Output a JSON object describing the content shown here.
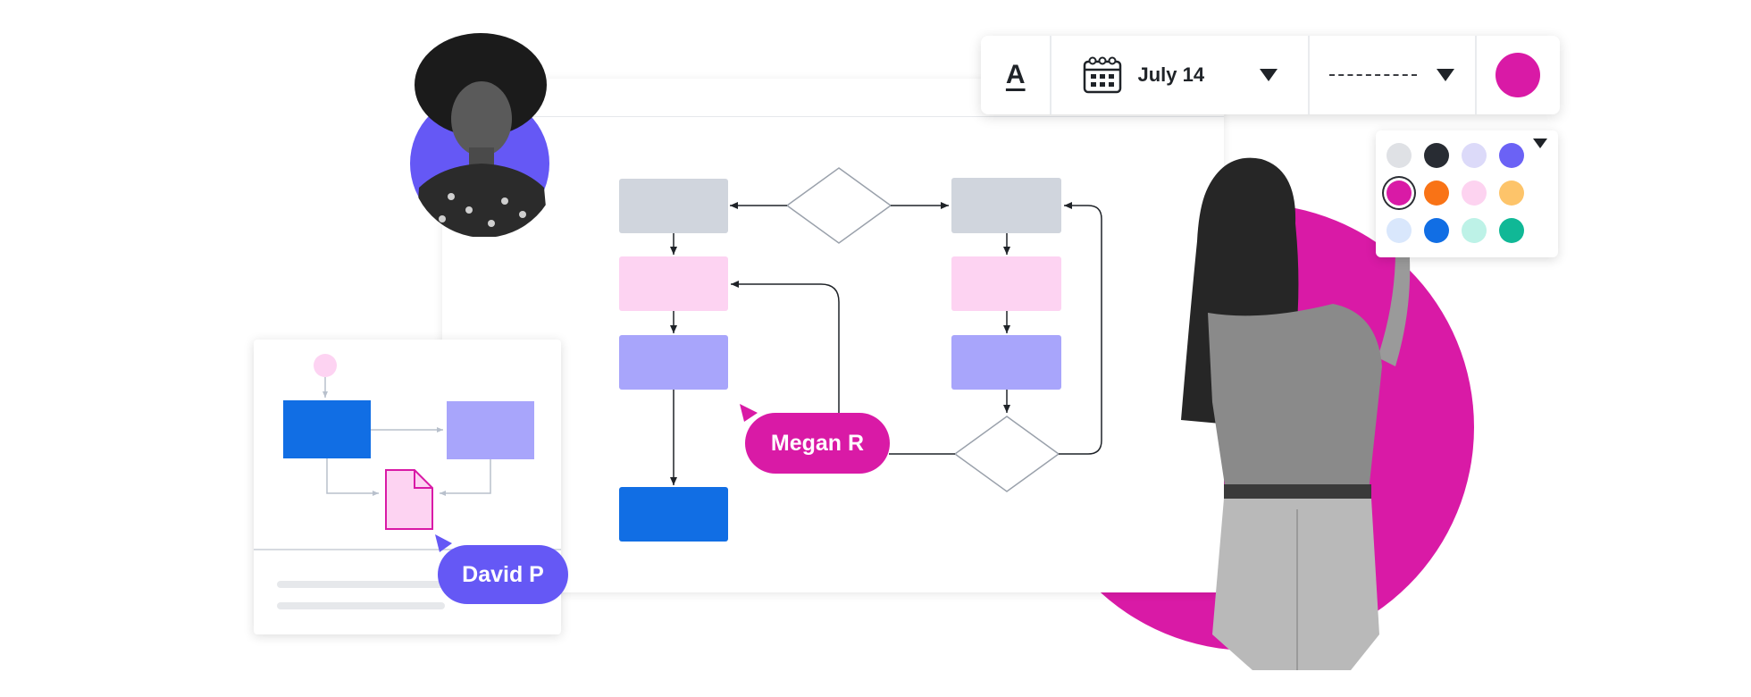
{
  "toolbar": {
    "font_icon": "A",
    "date_label": "July 14",
    "date_icon": "calendar-icon",
    "line_style": "dashed",
    "selected_color": "#d91aa6"
  },
  "palette": {
    "colors": [
      "#dfe1e5",
      "#282c33",
      "#dcdaf9",
      "#6b62f5",
      "#d91aa6",
      "#f97316",
      "#fdd3f0",
      "#fdc46a",
      "#d9e7fc",
      "#116ee4",
      "#bdf2e7",
      "#10b896"
    ],
    "selected_index": 4
  },
  "collaborators": {
    "megan_label": "Megan R",
    "david_label": "David P"
  },
  "colors": {
    "accent_pink": "#d91aa6",
    "accent_purple": "#6558f5",
    "shape_gray": "#d0d5dd",
    "shape_pink": "#fdd3f2",
    "shape_lavender": "#a8a5fb",
    "shape_blue": "#116ee4"
  }
}
